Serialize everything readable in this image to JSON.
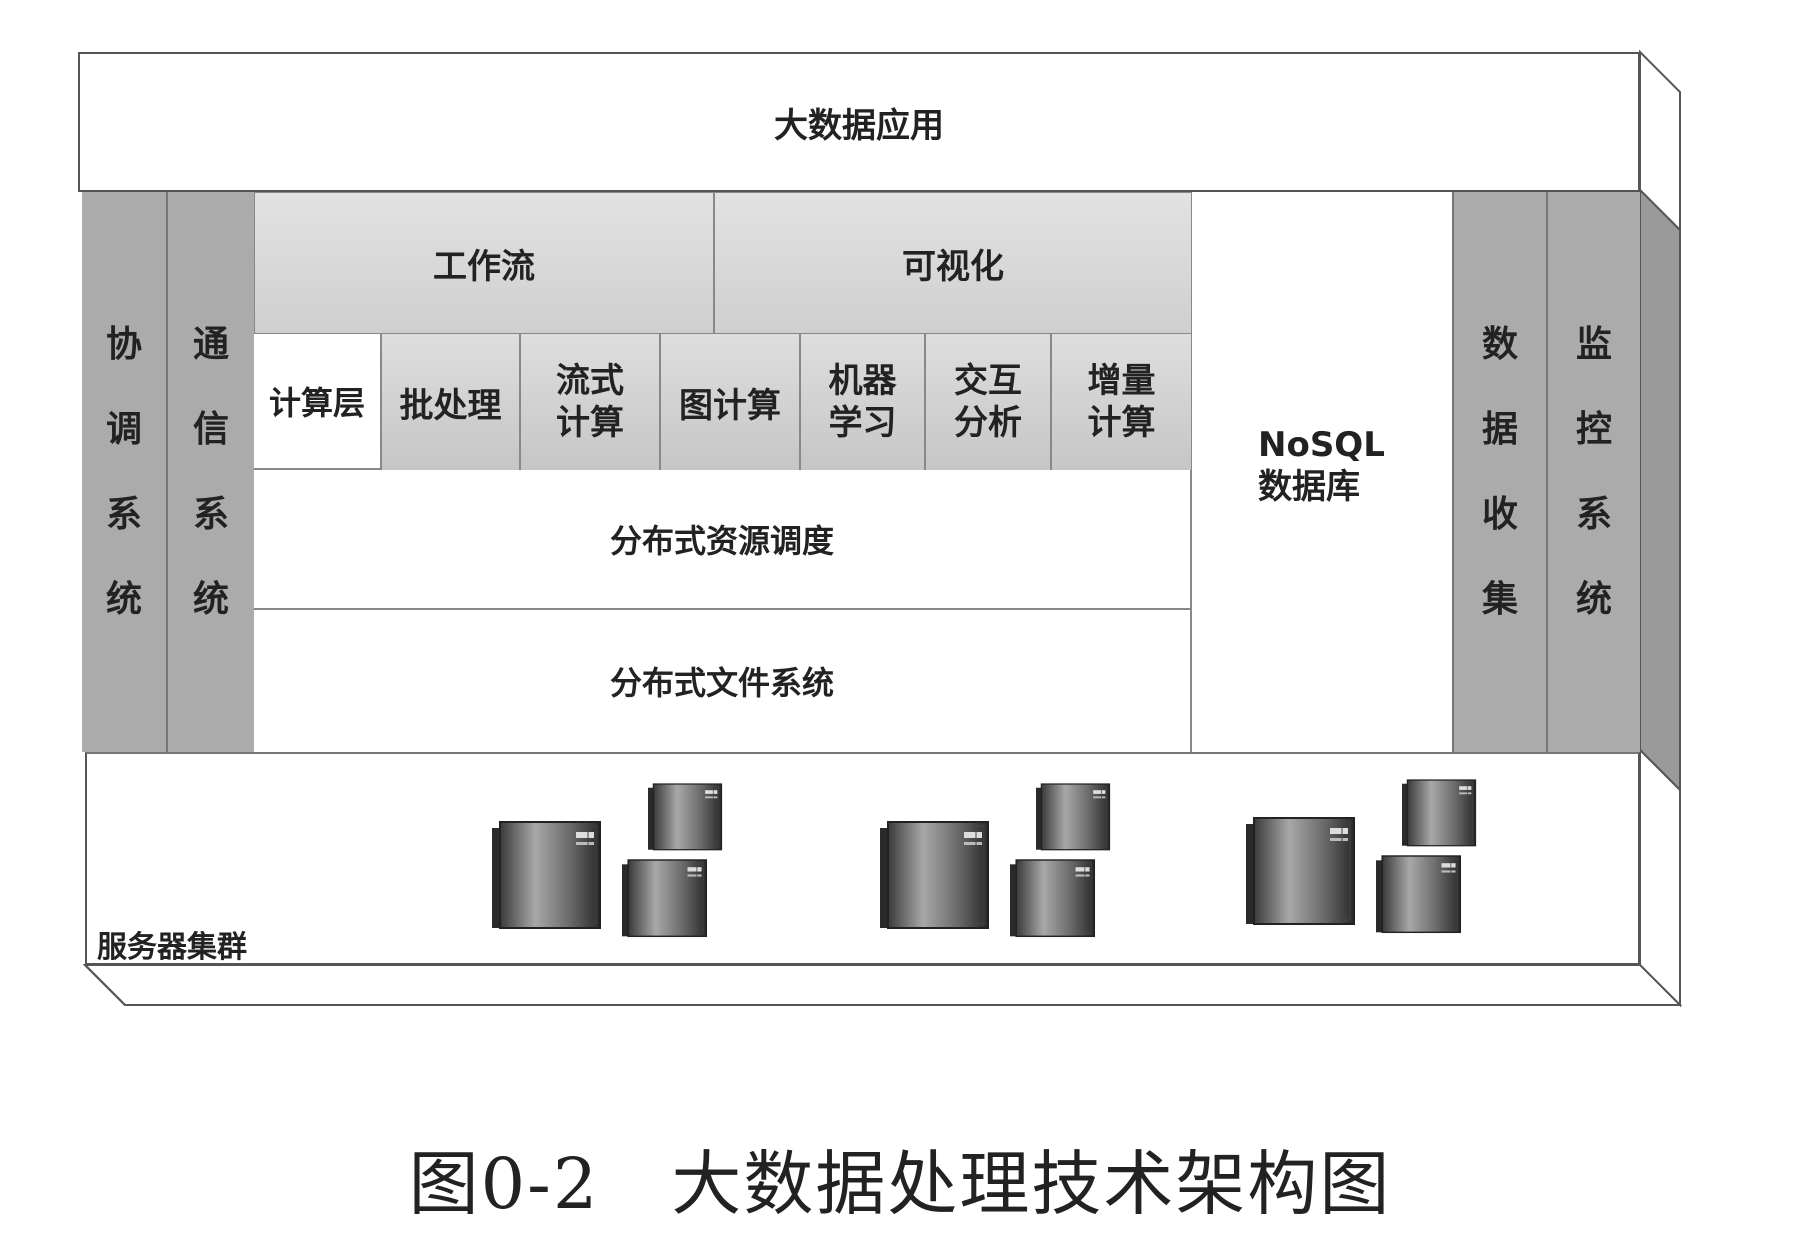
{
  "top_layer": "大数据应用",
  "left_columns": [
    {
      "chars": [
        "协",
        "调",
        "系",
        "统"
      ]
    },
    {
      "chars": [
        "通",
        "信",
        "系",
        "统"
      ]
    }
  ],
  "right_columns": [
    {
      "chars": [
        "数",
        "据",
        "收",
        "集"
      ]
    },
    {
      "chars": [
        "监",
        "控",
        "系",
        "统"
      ]
    }
  ],
  "workflow": "工作流",
  "visualization": "可视化",
  "compute": {
    "layer_label": "计算层",
    "items": [
      {
        "lines": [
          "批处理"
        ]
      },
      {
        "lines": [
          "流式",
          "计算"
        ]
      },
      {
        "lines": [
          "图计算"
        ]
      },
      {
        "lines": [
          "机器",
          "学习"
        ]
      },
      {
        "lines": [
          "交互",
          "分析"
        ]
      },
      {
        "lines": [
          "增量",
          "计算"
        ]
      }
    ]
  },
  "resource_scheduling": "分布式资源调度",
  "file_system": "分布式文件系统",
  "nosql": {
    "line1": "NoSQL",
    "line2": "数据库"
  },
  "cluster_label": "服务器集群",
  "caption": "图0-2　大数据处理技术架构图"
}
